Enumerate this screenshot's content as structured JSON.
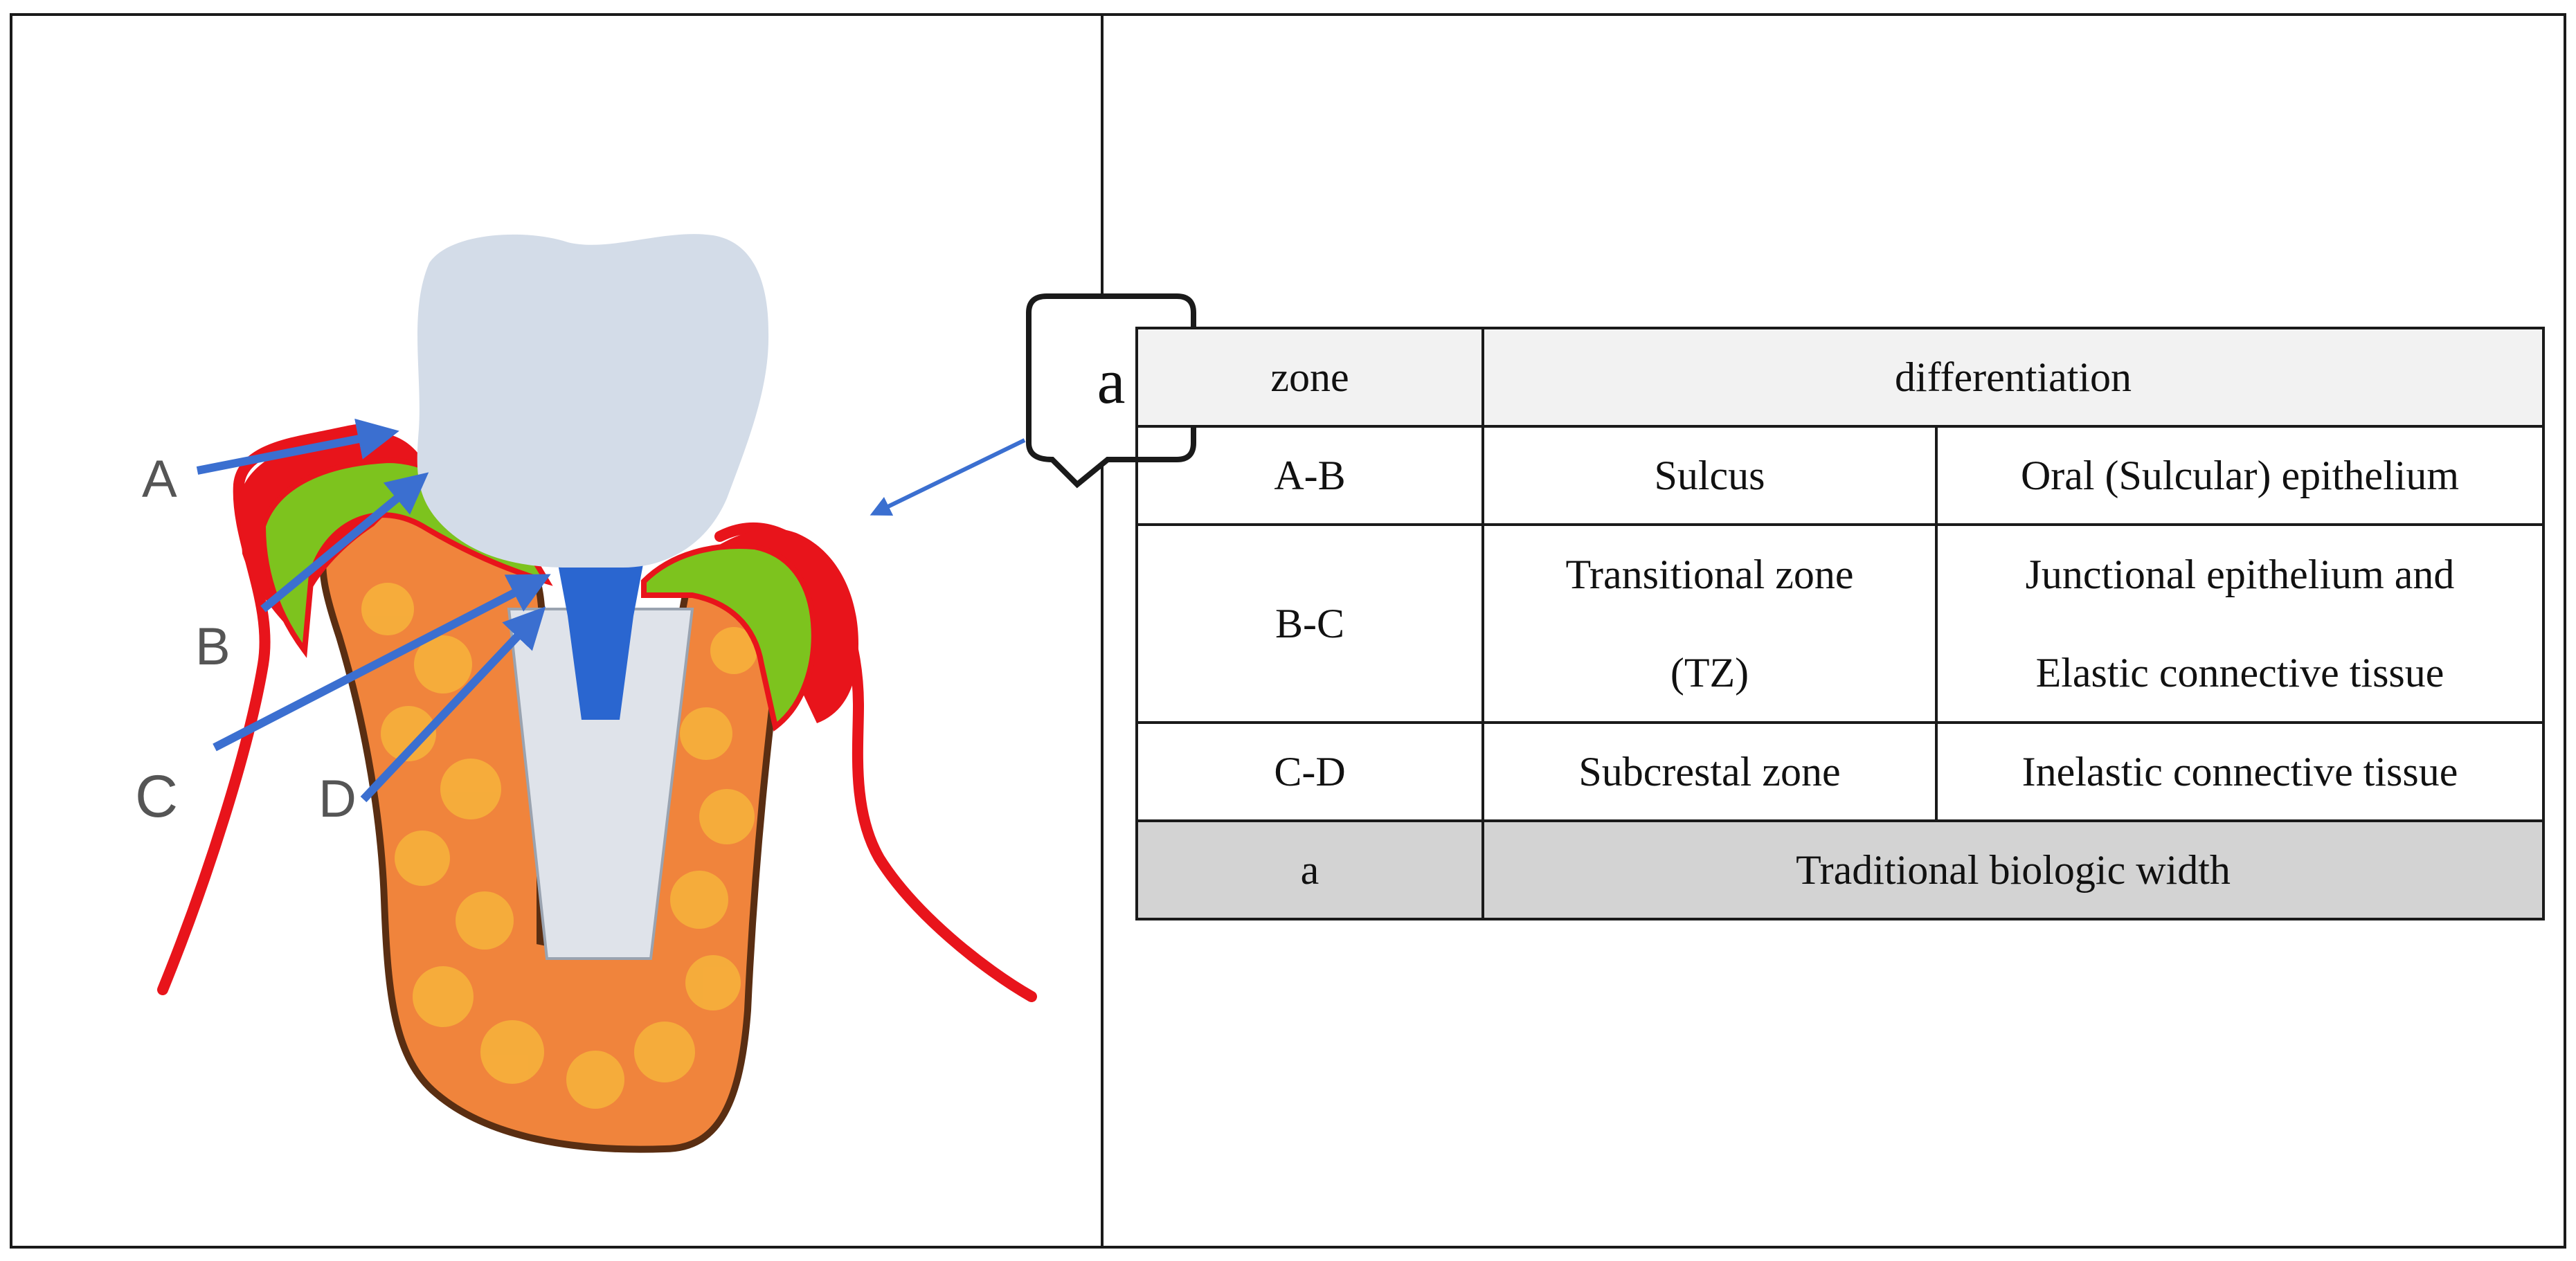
{
  "diagram": {
    "labels": {
      "A": "A",
      "B": "B",
      "C": "C",
      "D": "D"
    },
    "callout": "a",
    "colors": {
      "crown": "#d3dce8",
      "gingiva_red": "#e8141b",
      "epithelium_green": "#7dc31e",
      "bone_orange": "#f0843c",
      "bone_spots": "#f7b33b",
      "bone_outline": "#5a2e12",
      "implant_abutment": "#2a66d0",
      "implant_body": "#dfe3ea",
      "arrow_blue": "#3b6fd0"
    }
  },
  "table": {
    "header": {
      "zone": "zone",
      "differentiation": "differentiation"
    },
    "rows": [
      {
        "zone": "A-B",
        "col2": "Sulcus",
        "col3": "Oral (Sulcular) epithelium"
      },
      {
        "zone": "B-C",
        "col2_line1": "Transitional zone",
        "col2_line2": "(TZ)",
        "col3_line1": "Junctional epithelium and",
        "col3_line2": "Elastic connective tissue"
      },
      {
        "zone": "C-D",
        "col2": "Subcrestal zone",
        "col3": "Inelastic connective tissue"
      }
    ],
    "footer": {
      "zone": "a",
      "text": "Traditional biologic width"
    }
  }
}
